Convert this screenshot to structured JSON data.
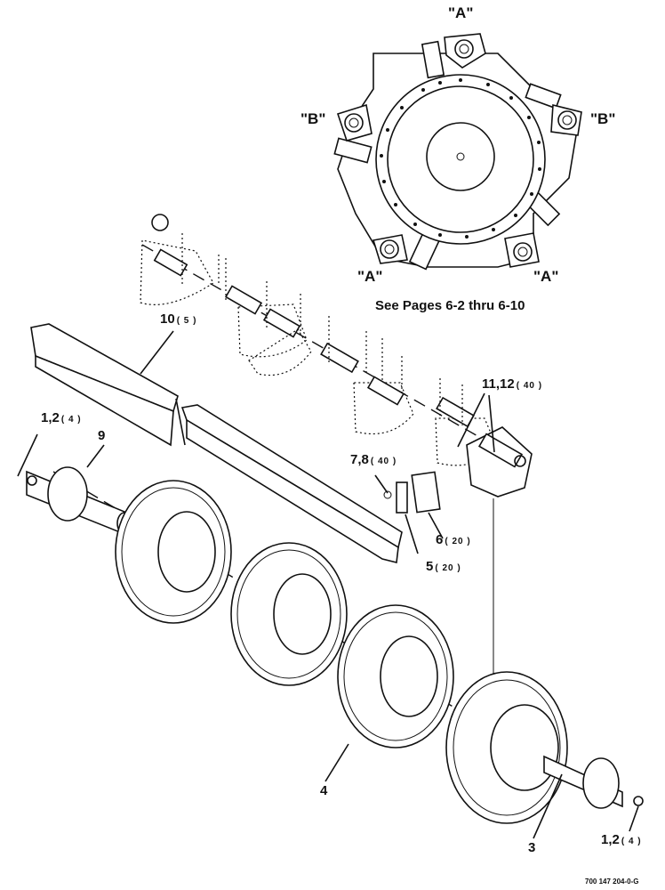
{
  "hub_view": {
    "labels": {
      "top_a": "\"A\"",
      "left_b": "\"B\"",
      "right_b": "\"B\"",
      "bottom_left_a": "\"A\"",
      "bottom_right_a": "\"A\""
    },
    "note": "See Pages 6-2 thru 6-10"
  },
  "callouts": {
    "c10": {
      "num": "10",
      "qty": "( 5 )"
    },
    "c11": {
      "num": "11,12",
      "qty": "( 40 )"
    },
    "c1a": {
      "num": "1,2",
      "qty": "( 4 )"
    },
    "c9": {
      "num": "9",
      "qty": ""
    },
    "c7": {
      "num": "7,8",
      "qty": "( 40 )"
    },
    "c6": {
      "num": "6",
      "qty": "( 20 )"
    },
    "c5": {
      "num": "5",
      "qty": "( 20 )"
    },
    "c4": {
      "num": "4",
      "qty": ""
    },
    "c3": {
      "num": "3",
      "qty": ""
    },
    "c1b": {
      "num": "1,2",
      "qty": "( 4 )"
    }
  },
  "drawing_code": "700 147 204-0-G"
}
